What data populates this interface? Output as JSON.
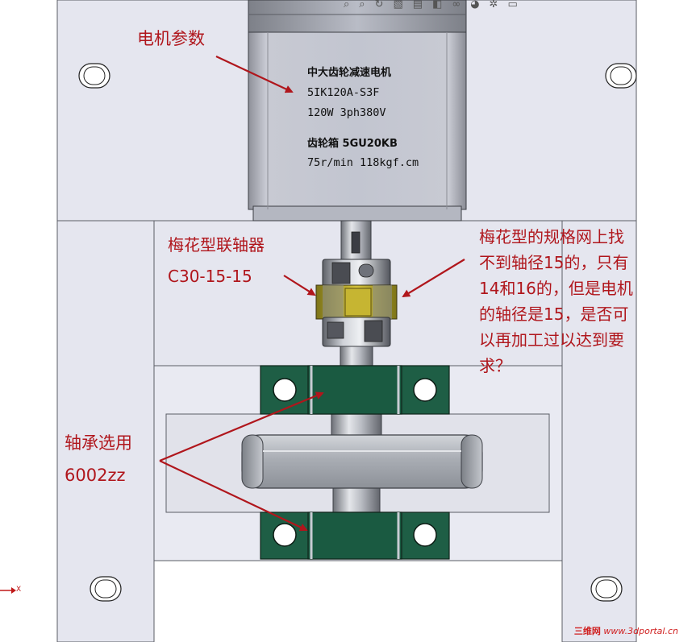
{
  "annotations": {
    "motor_params": "电机参数",
    "coupling_title": "梅花型联轴器",
    "coupling_model": "C30-15-15",
    "question_lines": [
      "梅花型的规格网上找",
      "不到轴径15的，只有",
      "14和16的，但是电机",
      "的轴径是15，是否可",
      "以再加工过以达到要",
      "求？"
    ],
    "bearing_title": "轴承选用",
    "bearing_model": "6002zz"
  },
  "motor_plate": {
    "line1": "中大齿轮减速电机",
    "line2": "5IK120A-S3F",
    "line3": "120W   3ph380V",
    "line4": "齿轮箱 5GU20KB",
    "line5": "75r/min 118kgf.cm"
  },
  "toolbar_icons": [
    "zoom-fit-icon",
    "zoom-area-icon",
    "rotate-view-icon",
    "section-view-icon",
    "view-orientation-icon",
    "display-style-icon",
    "hide-show-icon",
    "appearance-icon",
    "scene-icon",
    "view-settings-icon"
  ],
  "axis_label": "X",
  "watermark": {
    "site_cn": "三维网",
    "site_url": "www.3dportal.cn"
  },
  "colors": {
    "annotation": "#b0161c",
    "plate_bg": "#c3c6d2",
    "bearing_green": "#1e5e45",
    "spider_yellow": "#c9b52a",
    "steel": "#b8bcc4"
  }
}
